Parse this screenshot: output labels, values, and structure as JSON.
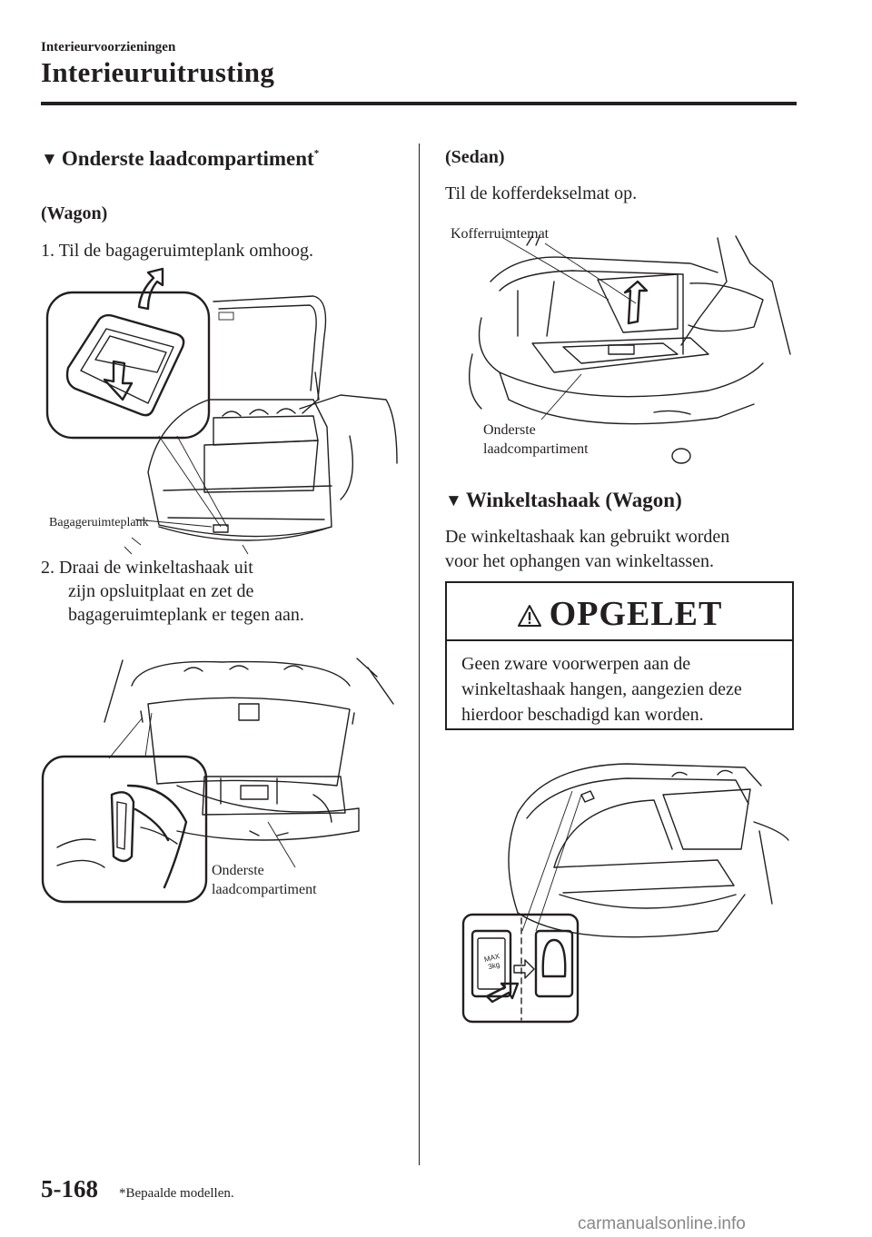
{
  "header": {
    "section_small": "Interieurvoorzieningen",
    "section_big": "Interieuruitrusting"
  },
  "left": {
    "heading": "Onderste laadcompartiment",
    "heading_mark": "*",
    "wagon_label": "(Wagon)",
    "step1": "1. Til de bagageruimteplank omhoog.",
    "fig1_callout": "Bagageruimteplank",
    "step2_line1": "2. Draai de winkeltashaak uit",
    "step2_line2": "zijn opsluitplaat en zet de",
    "step2_line3": "bagageruimteplank er tegen aan.",
    "fig2_callout_line1": "Onderste",
    "fig2_callout_line2": "laadcompartiment"
  },
  "right": {
    "sedan_label": "(Sedan)",
    "sedan_text": "Til de kofferdekselmat op.",
    "fig3_callout_top": "Kofferruimtemat",
    "fig3_callout_line1": "Onderste",
    "fig3_callout_line2": "laadcompartiment",
    "heading2": "Winkeltashaak (Wagon)",
    "para_line1": "De winkeltashaak kan gebruikt worden",
    "para_line2": "voor het ophangen van winkeltassen.",
    "warning": {
      "title": "OPGELET",
      "line1": "Geen zware voorwerpen aan de",
      "line2": "winkeltashaak hangen, aangezien deze",
      "line3": "hierdoor beschadigd kan worden."
    },
    "fig4_label_line1": "MAX",
    "fig4_label_line2": "3kg"
  },
  "footer": {
    "page_number": "5-168",
    "footnote": "*Bepaalde modellen.",
    "watermark": "carmanualsonline.info"
  }
}
